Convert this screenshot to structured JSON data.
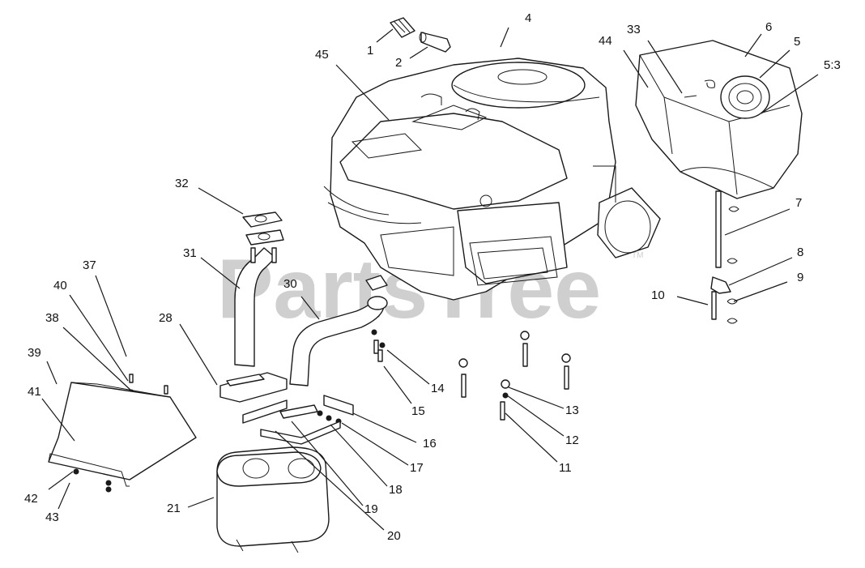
{
  "watermark": {
    "text": "PartsTree",
    "tm": "TM"
  },
  "callouts": {
    "c1": "1",
    "c2": "2",
    "c4": "4",
    "c5": "5",
    "c5_3": "5:3",
    "c6": "6",
    "c7": "7",
    "c8": "8",
    "c9": "9",
    "c10": "10",
    "c11": "11",
    "c12": "12",
    "c13": "13",
    "c14": "14",
    "c15": "15",
    "c16": "16",
    "c17": "17",
    "c18": "18",
    "c19": "19",
    "c20": "20",
    "c21": "21",
    "c28": "28",
    "c30": "30",
    "c31": "31",
    "c32": "32",
    "c33": "33",
    "c37": "37",
    "c38": "38",
    "c39": "39",
    "c40": "40",
    "c41": "41",
    "c42": "42",
    "c43": "43",
    "c44": "44",
    "c45": "45"
  }
}
